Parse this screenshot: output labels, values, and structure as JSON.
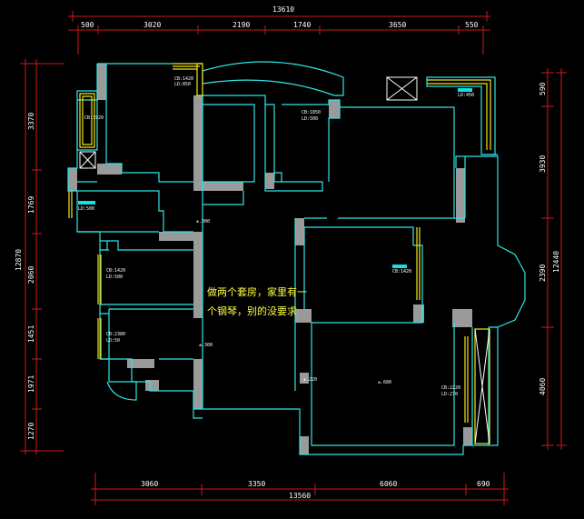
{
  "dims": {
    "top_total": "13610",
    "top": [
      "500",
      "3020",
      "2190",
      "1740",
      "3650",
      "550"
    ],
    "left_total": "12870",
    "left": [
      "3370",
      "1769",
      "2060",
      "1451",
      "1971",
      "1270"
    ],
    "right": [
      "590",
      "3930",
      "2390",
      "4060"
    ],
    "right_total": "12440",
    "bottom": [
      "3060",
      "3350",
      "6060",
      "690"
    ],
    "bottom_total": "13560"
  },
  "tags": [
    "CB:1420",
    "LD:850",
    "CB:1920",
    "CB:1850",
    "LD:500",
    "LD:450",
    "LD:500",
    "CB:1420",
    "LD:500",
    "CB:2380",
    "LD:50",
    "CB:1420",
    "CB:2220",
    "LD:270",
    "±.300",
    "±.300",
    "±.220",
    "±.680"
  ],
  "note": {
    "line1": "做两个套房，家里有一",
    "line2": "个钢琴，别的没要求"
  }
}
